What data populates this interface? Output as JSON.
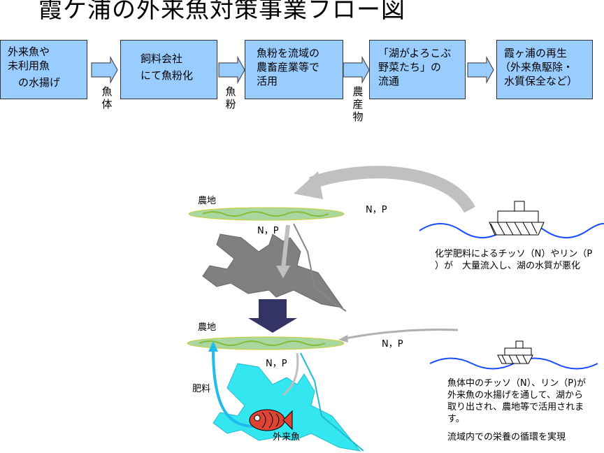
{
  "title": "霞ケ浦の外来魚対策事業フロー図",
  "flow": {
    "boxes": [
      {
        "lines": [
          "外来魚や",
          "未利用魚",
          "　の水揚げ"
        ]
      },
      {
        "lines": [
          "飼料会社",
          "にて魚粉化"
        ]
      },
      {
        "lines": [
          "魚粉を流域の",
          "農畜産業等で",
          "活用"
        ]
      },
      {
        "lines": [
          "「湖がよろこぶ",
          "野菜たち」の",
          "流通"
        ]
      },
      {
        "lines": [
          "霞ヶ浦の再生",
          "（外来魚駆除・",
          "水質保全など）"
        ]
      }
    ],
    "arrow_labels": [
      "魚体",
      "魚粉",
      "農産物"
    ]
  },
  "before": {
    "farm_label": "農地",
    "np_label_1": "N，P",
    "np_label_2": "N，P",
    "caption_lines": [
      "化学肥料によるチッソ（N）やリン（P",
      "）が　大量流入し、湖の水質が悪化"
    ]
  },
  "after": {
    "farm_label": "農地",
    "np_label_1": "N，P",
    "np_label_2": "N，P",
    "fertilizer_label": "肥料",
    "fish_label": "外来魚",
    "caption_lines": [
      "魚体中のチッソ（N）、リン（P)が",
      "外来魚の水揚げを通して、湖から",
      "取り出され、農地等で活用されま",
      "す。"
    ],
    "summary": "流域内での栄養の循環を実現"
  },
  "colors": {
    "box": "#99ccff",
    "lake_before": "#808080",
    "lake_after": "#33e6f0",
    "farm": "#a8d8a0",
    "water": "#1a4cff",
    "down_arrow": "#333366",
    "fertilizer_arrow": "#22bbee"
  }
}
